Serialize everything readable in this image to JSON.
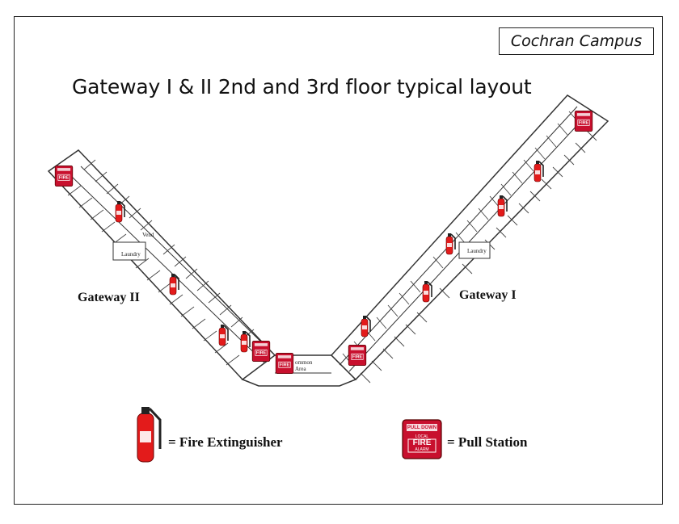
{
  "campus_label": "Cochran Campus",
  "title": "Gateway I & II 2nd and 3rd floor typical layout",
  "wings": {
    "left": "Gateway II",
    "right": "Gateway I"
  },
  "room_labels": {
    "vend": "Vend",
    "laundry_left": "Laundry",
    "laundry_right": "Laundry",
    "common_area": "ommon Area"
  },
  "pull_station_text": {
    "line1": "PULL DOWN",
    "line2": "LOCAL",
    "line3": "FIRE",
    "line4": "ALARM"
  },
  "legend": {
    "extinguisher_label": "= Fire Extinguisher",
    "pull_station_label": "= Pull Station"
  },
  "colors": {
    "extinguisher_red": "#e31b1b",
    "pull_station_red": "#c8102e",
    "wall": "#333333"
  },
  "icons": [
    "fire-extinguisher-icon",
    "pull-station-icon"
  ]
}
